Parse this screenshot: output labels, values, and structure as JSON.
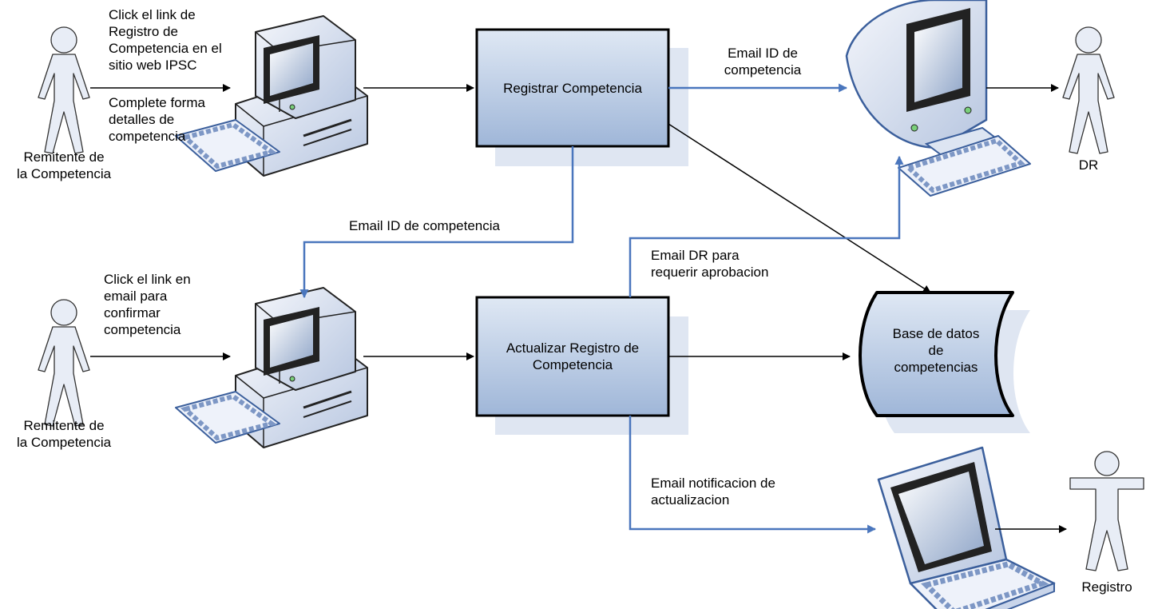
{
  "actors": {
    "submitter_top": "Remitente de\nla Competencia",
    "submitter_bottom": "Remitente de\nla Competencia",
    "dr": "DR",
    "registro": "Registro"
  },
  "notes": {
    "click_link": "Click el link de\nRegistro de\nCompetencia en el\nsitio web IPSC",
    "complete_form": "Complete forma\ndetalles de\ncompetencia",
    "click_email": "Click el link en\nemail para\nconfirmar\ncompetencia"
  },
  "processes": {
    "register": "Registrar Competencia",
    "update": "Actualizar Registro de\nCompetencia"
  },
  "database": {
    "label": "Base de datos\nde\ncompetencias"
  },
  "flows": {
    "email_id_top": "Email ID de\ncompetencia",
    "email_id_mid": "Email ID de competencia",
    "email_dr": "Email DR para\nrequerir aprobacion",
    "email_notif": "Email notificacion de\nactualizacion"
  },
  "colors": {
    "blue_line": "#4a76bd",
    "box_fill_top": "#c9d7ea",
    "box_fill_bottom": "#9fb5d6",
    "shadow": "#dfe6f2"
  }
}
